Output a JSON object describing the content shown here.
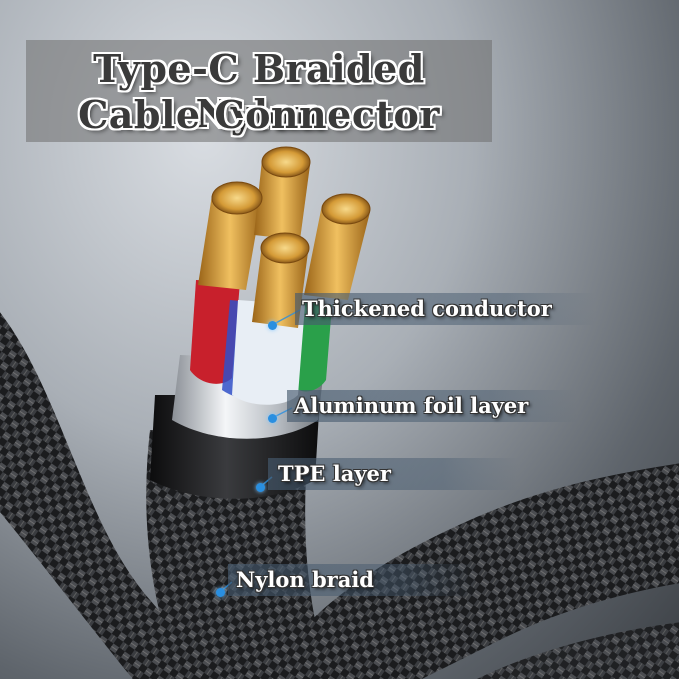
{
  "title": {
    "line1": "Type-C Braided Nylon",
    "line2": "Cable Connector"
  },
  "labels": [
    {
      "id": "conductor",
      "text": "Thickened conductor"
    },
    {
      "id": "foil",
      "text": "Aluminum foil layer"
    },
    {
      "id": "tpe",
      "text": "TPE layer"
    },
    {
      "id": "braid",
      "text": "Nylon braid"
    }
  ],
  "colors": {
    "marker": "#2a8fe0",
    "copper": "#d9a03a",
    "wire_red": "#c8202c",
    "wire_white": "#e8eef5",
    "wire_green": "#2aa04a",
    "wire_blue": "#3050c8"
  }
}
